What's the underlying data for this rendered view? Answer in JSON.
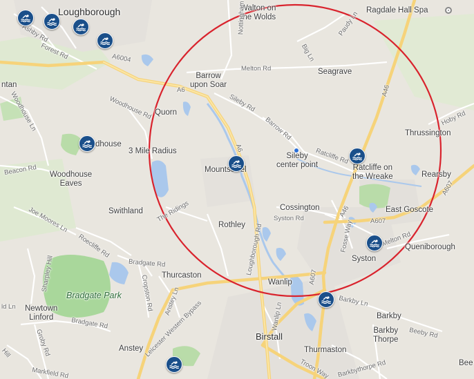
{
  "map": {
    "places": [
      {
        "id": "loughborough",
        "text": "Loughborough"
      },
      {
        "id": "walton",
        "text": "Walton on\nthe Wolds"
      },
      {
        "id": "ragdale",
        "text": "Ragdale Hall Spa"
      },
      {
        "id": "barrow",
        "text": "Barrow\nupon Soar"
      },
      {
        "id": "seagrave",
        "text": "Seagrave"
      },
      {
        "id": "quorn",
        "text": "Quorn"
      },
      {
        "id": "thrussington",
        "text": "Thrussington"
      },
      {
        "id": "woodhouse",
        "text": "dhouse"
      },
      {
        "id": "radius",
        "text": "3 Mile Radius"
      },
      {
        "id": "sileby",
        "text": "Sileby\ncenter point"
      },
      {
        "id": "mountsorrel",
        "text": "Mountsorrel"
      },
      {
        "id": "ratcliffe",
        "text": "Ratcliffe on\nthe Wreake"
      },
      {
        "id": "rearsby",
        "text": "Rearsby"
      },
      {
        "id": "woodhouse_eaves",
        "text": "Woodhouse\nEaves"
      },
      {
        "id": "swithland",
        "text": "Swithland"
      },
      {
        "id": "cossington",
        "text": "Cossington"
      },
      {
        "id": "east_goscote",
        "text": "East Goscote"
      },
      {
        "id": "rothley",
        "text": "Rothley"
      },
      {
        "id": "queniborough",
        "text": "Queniborough"
      },
      {
        "id": "syston",
        "text": "Syston"
      },
      {
        "id": "thurcaston",
        "text": "Thurcaston"
      },
      {
        "id": "wanlip",
        "text": "Wanlip"
      },
      {
        "id": "newtown",
        "text": "Newtown\nLinford"
      },
      {
        "id": "barkby",
        "text": "Barkby"
      },
      {
        "id": "barkby_thorpe",
        "text": "Barkby\nThorpe"
      },
      {
        "id": "birstall",
        "text": "Birstall"
      },
      {
        "id": "anstey",
        "text": "Anstey"
      },
      {
        "id": "thurmaston",
        "text": "Thurmaston"
      },
      {
        "id": "ntan",
        "text": "ntan"
      },
      {
        "id": "bee",
        "text": "Bee"
      }
    ],
    "park_label": "Bradgate Park",
    "roads": [
      {
        "id": "r1",
        "text": "A6004"
      },
      {
        "id": "r2",
        "text": "A6"
      },
      {
        "id": "r3",
        "text": "A6"
      },
      {
        "id": "r4",
        "text": "A46"
      },
      {
        "id": "r5",
        "text": "A46"
      },
      {
        "id": "r6",
        "text": "A607"
      },
      {
        "id": "r7",
        "text": "A607"
      },
      {
        "id": "r8",
        "text": "A607"
      },
      {
        "id": "r9",
        "text": "Melton Rd"
      },
      {
        "id": "r10",
        "text": "Sileby Rd"
      },
      {
        "id": "r11",
        "text": "Barrow Rd"
      },
      {
        "id": "r12",
        "text": "Ratcliffe Rd"
      },
      {
        "id": "r13",
        "text": "Syston Rd"
      },
      {
        "id": "r14",
        "text": "Loughborough Rd"
      },
      {
        "id": "r15",
        "text": "Woodhouse Rd"
      },
      {
        "id": "r16",
        "text": "Woodhouse Ln"
      },
      {
        "id": "r17",
        "text": "Beacon Rd"
      },
      {
        "id": "r18",
        "text": "The Ridings"
      },
      {
        "id": "r19",
        "text": "Joe Moores Ln"
      },
      {
        "id": "r20",
        "text": "Roecliffe Rd"
      },
      {
        "id": "r21",
        "text": "Bradgate Rd"
      },
      {
        "id": "r22",
        "text": "Bradgate Rd"
      },
      {
        "id": "r23",
        "text": "Cropston Rd"
      },
      {
        "id": "r24",
        "text": "Anstey Ln"
      },
      {
        "id": "r25",
        "text": "Leicester Western Bypass"
      },
      {
        "id": "r26",
        "text": "Sharpley Hill"
      },
      {
        "id": "r27",
        "text": "Groby Rd"
      },
      {
        "id": "r28",
        "text": "Markfield Rd"
      },
      {
        "id": "r29",
        "text": "Forest Rd"
      },
      {
        "id": "r30",
        "text": "Ashby Rd"
      },
      {
        "id": "r31",
        "text": "Big Ln"
      },
      {
        "id": "r32",
        "text": "Paudy Ln"
      },
      {
        "id": "r33",
        "text": "Hoby Rd"
      },
      {
        "id": "r34",
        "text": "Fosse Way"
      },
      {
        "id": "r35",
        "text": "Melton Rd"
      },
      {
        "id": "r36",
        "text": "Barkby Ln"
      },
      {
        "id": "r37",
        "text": "Beeby Rd"
      },
      {
        "id": "r38",
        "text": "Troon Way"
      },
      {
        "id": "r39",
        "text": "Barkbythorpe Rd"
      },
      {
        "id": "r40",
        "text": "Wanlip Ln"
      },
      {
        "id": "r41",
        "text": "Nottingham Rd"
      },
      {
        "id": "r42",
        "text": "ld Ln"
      },
      {
        "id": "r43",
        "text": "Hill"
      }
    ],
    "colors": {
      "radius_circle": "#d9232d",
      "pin": "#1a4f8a",
      "major_road": "#f6d37a",
      "water": "#aac8ec",
      "park": "#a9d79b",
      "center_point": "#2a6fd6"
    },
    "pin_icon": "swimming-pool-icon",
    "poi_icon": "place-marker-icon"
  }
}
